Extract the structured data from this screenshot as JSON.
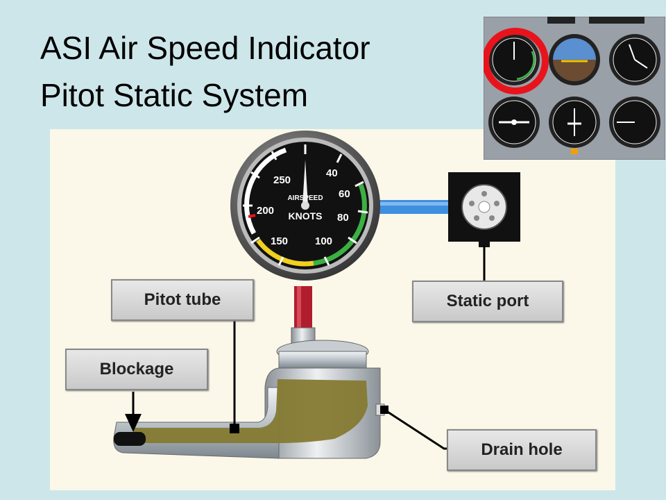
{
  "slide": {
    "title_line1": "ASI Air Speed Indicator",
    "title_line2": "Pitot Static System"
  },
  "gauge": {
    "face_word1": "AIRSPEED",
    "face_word2": "KNOTS",
    "tick_labels": [
      "40",
      "60",
      "80",
      "100",
      "150",
      "200",
      "250"
    ]
  },
  "labels": {
    "pitot_tube": "Pitot tube",
    "static_port": "Static port",
    "blockage": "Blockage",
    "drain_hole": "Drain hole"
  },
  "colors": {
    "highlight_ring": "#e8141c",
    "pitot_line": "#b01e2e",
    "static_line": "#3f8fe0",
    "fluid": "#857a33"
  }
}
